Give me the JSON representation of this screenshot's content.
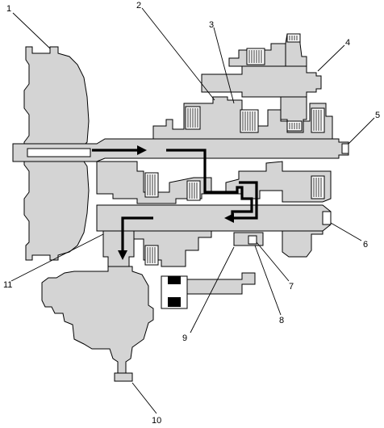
{
  "callouts": [
    {
      "id": "1",
      "label": "1"
    },
    {
      "id": "2",
      "label": "2"
    },
    {
      "id": "3",
      "label": "3"
    },
    {
      "id": "4",
      "label": "4"
    },
    {
      "id": "5",
      "label": "5"
    },
    {
      "id": "6",
      "label": "6"
    },
    {
      "id": "7",
      "label": "7"
    },
    {
      "id": "8",
      "label": "8"
    },
    {
      "id": "9",
      "label": "9"
    },
    {
      "id": "10",
      "label": "10"
    },
    {
      "id": "11",
      "label": "11"
    }
  ],
  "colors": {
    "body_fill": "#d4d4d4",
    "outline": "#000000",
    "flow_arrow": "#000000",
    "background": "#ffffff"
  }
}
